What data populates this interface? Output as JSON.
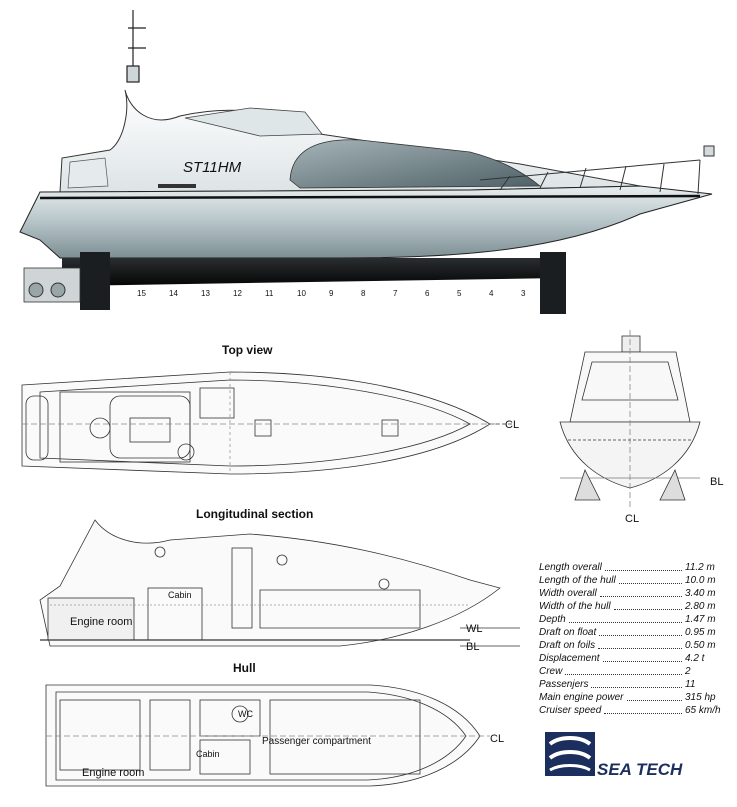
{
  "hull_name": "ST11HM",
  "titles": {
    "top_view": "Top view",
    "longitudinal": "Longitudinal section",
    "hull": "Hull"
  },
  "labels": {
    "cl": "CL",
    "wl": "WL",
    "bl": "BL",
    "engine_room": "Engine room",
    "cabin": "Cabin",
    "wc": "WC",
    "passenger_compartment": "Passenger compartment"
  },
  "station_numbers": [
    "15",
    "14",
    "13",
    "12",
    "11",
    "10",
    "9",
    "8",
    "7",
    "6",
    "5",
    "4",
    "3"
  ],
  "specifications": [
    {
      "label": "Length overall",
      "value": "11.2 m"
    },
    {
      "label": "Length of the hull",
      "value": "10.0 m"
    },
    {
      "label": "Width overall",
      "value": "3.40 m"
    },
    {
      "label": "Width of the hull",
      "value": "2.80 m"
    },
    {
      "label": "Depth",
      "value": "1.47 m"
    },
    {
      "label": "Draft on float",
      "value": "0.95 m"
    },
    {
      "label": "Draft on foils",
      "value": "0.50 m"
    },
    {
      "label": "Displacement",
      "value": "4.2 t"
    },
    {
      "label": "Crew",
      "value": "2"
    },
    {
      "label": "Passenjers",
      "value": "11"
    },
    {
      "label": "Main engine power",
      "value": "315 hp"
    },
    {
      "label": "Cruiser speed",
      "value": "65 km/h"
    }
  ],
  "logo": {
    "text": "SEA TECH",
    "color": "#1c2e5e"
  }
}
